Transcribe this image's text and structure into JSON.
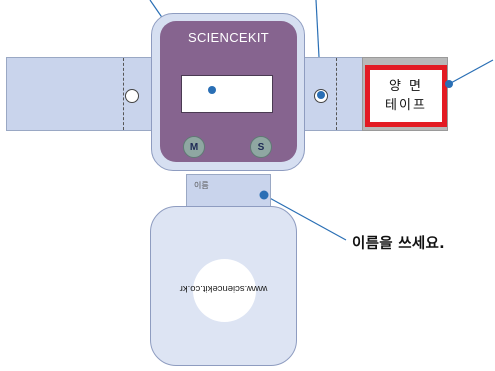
{
  "watch": {
    "brand": "SCIENCEKIT",
    "button_left": "M",
    "button_right": "S"
  },
  "tape": {
    "line1": "양 면",
    "line2": "테이프"
  },
  "name_tab": {
    "label": "이름"
  },
  "panel": {
    "url": "www.sciencekit.co.kr"
  },
  "caption": "이름을 쓰세요.",
  "colors": {
    "strap": "#c9d4ec",
    "watch_face": "#86648f",
    "tape_border": "#e31b23",
    "pointer_line": "#2a6fb5"
  }
}
